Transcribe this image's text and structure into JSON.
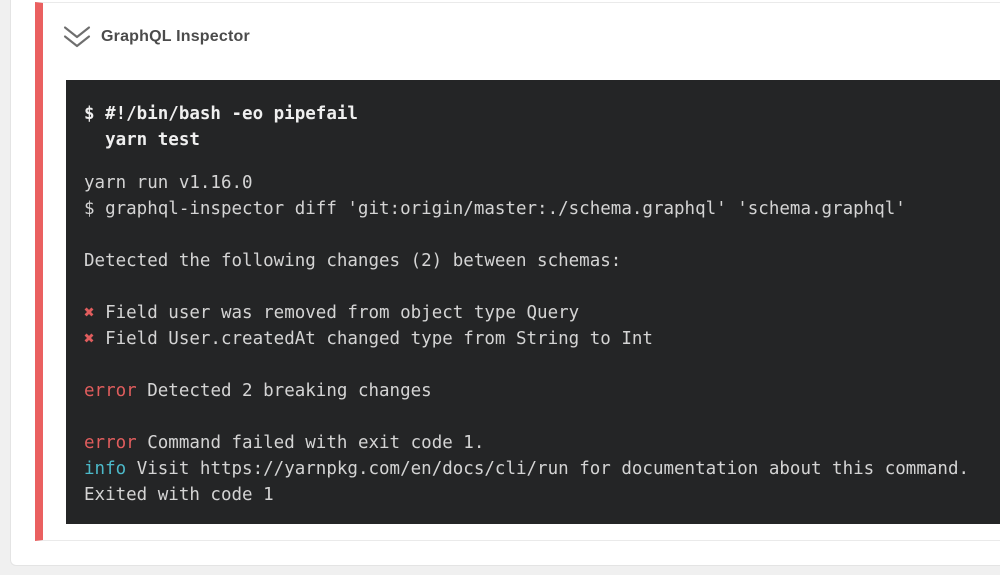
{
  "header": {
    "title": "GraphQL Inspector",
    "collapse_icon": "chevrons-down-icon"
  },
  "colors": {
    "accent_red": "#ea6060",
    "error_red": "#e05d5d",
    "info_cyan": "#4cb9c9",
    "terminal_bg": "#242526",
    "terminal_text": "#d4d4d4",
    "command_text": "#efefef"
  },
  "terminal": {
    "command_lines": [
      "$ #!/bin/bash -eo pipefail",
      "  yarn test"
    ],
    "lines": [
      {
        "segments": [
          {
            "text": "yarn run v1.16.0"
          }
        ]
      },
      {
        "segments": [
          {
            "text": "$ graphql-inspector diff 'git:origin/master:./schema.graphql' 'schema.graphql'"
          }
        ]
      },
      {
        "segments": []
      },
      {
        "segments": [
          {
            "text": "Detected the following changes (2) between schemas:"
          }
        ]
      },
      {
        "segments": []
      },
      {
        "segments": [
          {
            "text": "✖ ",
            "style": "red"
          },
          {
            "text": "Field user was removed from object type Query"
          }
        ]
      },
      {
        "segments": [
          {
            "text": "✖ ",
            "style": "red"
          },
          {
            "text": "Field User.createdAt changed type from String to Int"
          }
        ]
      },
      {
        "segments": []
      },
      {
        "segments": [
          {
            "text": "error",
            "style": "red"
          },
          {
            "text": " Detected 2 breaking changes"
          }
        ]
      },
      {
        "segments": []
      },
      {
        "segments": [
          {
            "text": "error",
            "style": "red"
          },
          {
            "text": " Command failed with exit code 1."
          }
        ]
      },
      {
        "segments": [
          {
            "text": "info",
            "style": "cyan"
          },
          {
            "text": " Visit https://yarnpkg.com/en/docs/cli/run for documentation about this command."
          }
        ]
      },
      {
        "segments": [
          {
            "text": "Exited with code 1"
          }
        ]
      }
    ]
  }
}
